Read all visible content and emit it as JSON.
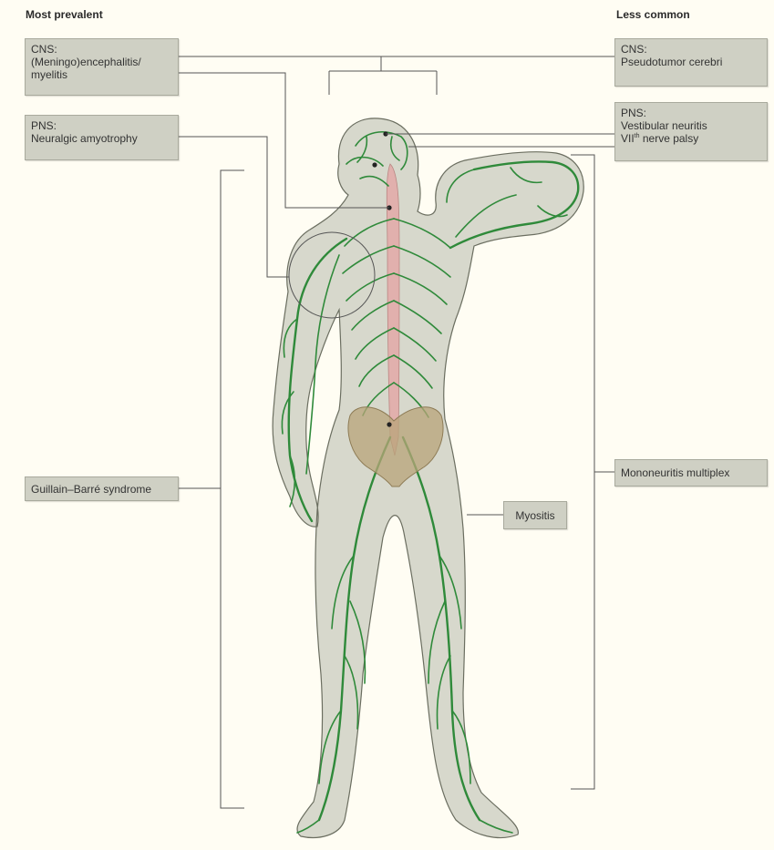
{
  "headers": {
    "left": "Most prevalent",
    "right": "Less common"
  },
  "boxes": {
    "cns_left": {
      "line1": "CNS:",
      "line2": "(Meningo)encephalitis/",
      "line3": "myelitis"
    },
    "pns_left": {
      "line1": "PNS:",
      "line2": "Neuralgic amyotrophy"
    },
    "gbs": "Guillain–Barré syndrome",
    "cns_right": {
      "line1": "CNS:",
      "line2": "Pseudotumor cerebri"
    },
    "pns_right": {
      "line1": "PNS:",
      "line2": "Vestibular neuritis",
      "line3_prefix": "VII",
      "line3_sup": "th",
      "line3_suffix": " nerve palsy"
    },
    "mononeuritis": "Mononeuritis multiplex",
    "myositis": "Myositis"
  },
  "colors": {
    "background": "#fffdf3",
    "box_fill": "#cfd0c4",
    "body_fill": "#d7d8cc",
    "body_outline": "#6b6e60",
    "nerves": "#2f8a3a",
    "spinal_cord": "#e1b0ad",
    "pelvis": "#b8a47a",
    "connector": "#555555"
  }
}
